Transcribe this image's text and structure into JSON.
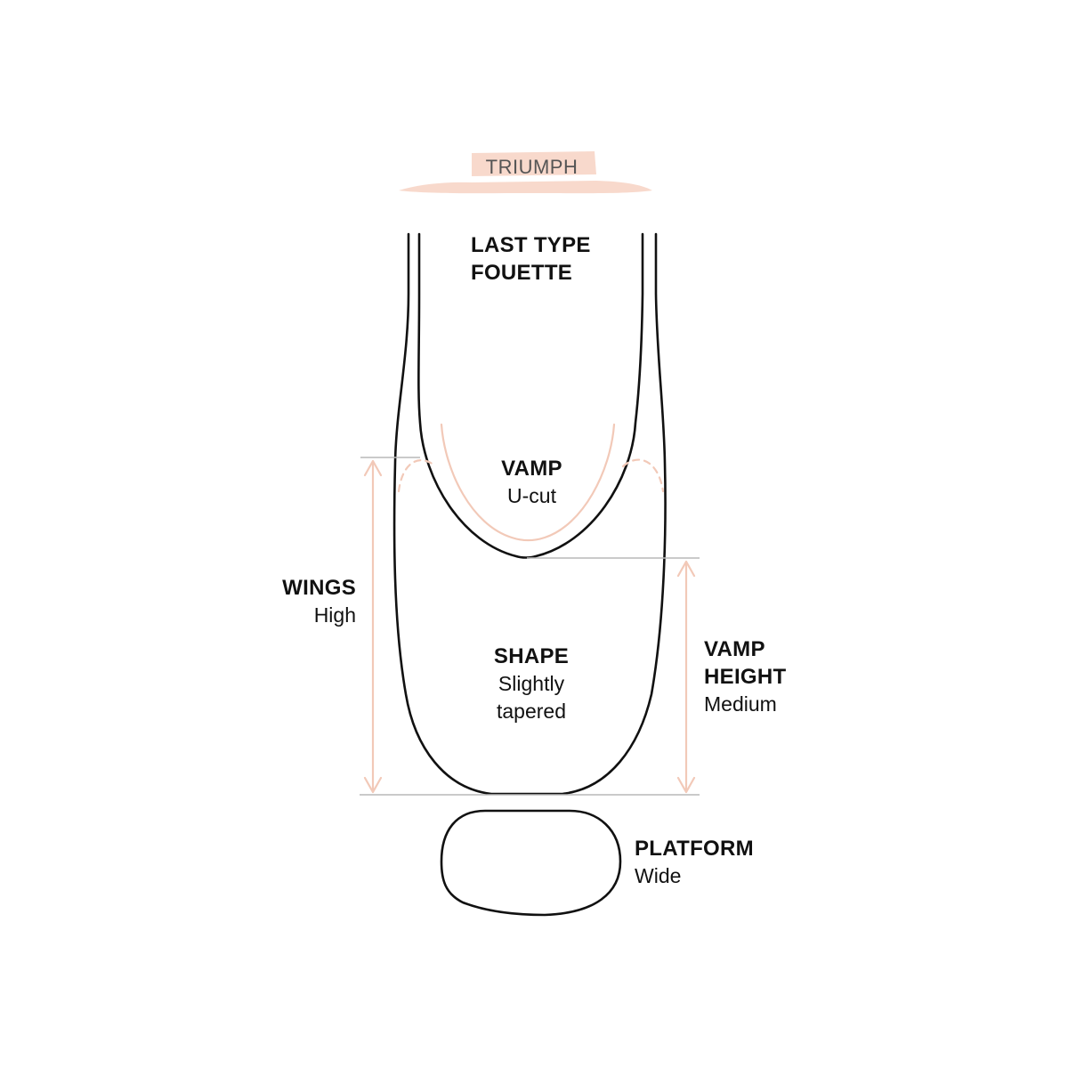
{
  "brand": {
    "name": "TRIUMPH",
    "tag_color": "#f8d9cc"
  },
  "colors": {
    "outline": "#111111",
    "accent": "#f2c9b8",
    "guide": "#b9b9b9"
  },
  "labels": {
    "last_type": {
      "title_line1": "LAST TYPE",
      "title_line2": "FOUETTE"
    },
    "vamp": {
      "title": "VAMP",
      "value": "U-cut"
    },
    "wings": {
      "title": "WINGS",
      "value": "High"
    },
    "shape": {
      "title": "SHAPE",
      "value_line1": "Slightly",
      "value_line2": "tapered"
    },
    "vamp_height": {
      "title_line1": "VAMP",
      "title_line2": "HEIGHT",
      "value": "Medium"
    },
    "platform": {
      "title": "PLATFORM",
      "value": "Wide"
    }
  }
}
